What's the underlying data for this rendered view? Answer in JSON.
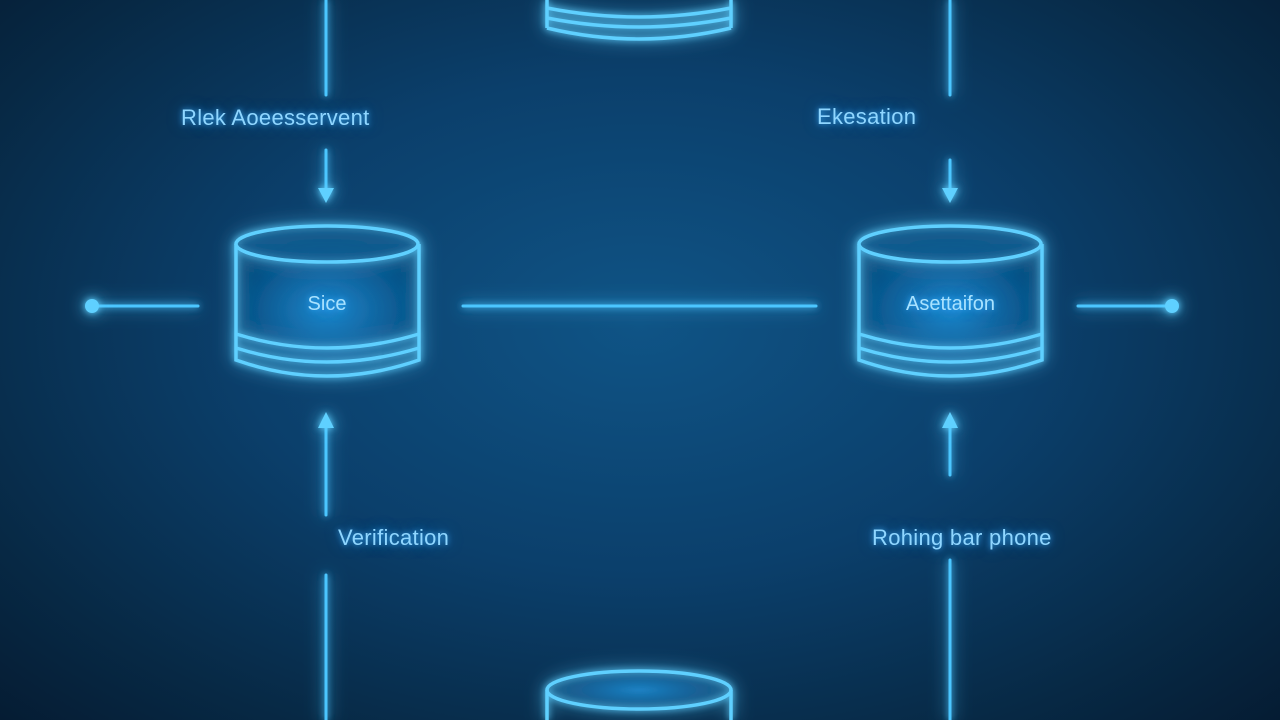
{
  "colors": {
    "glow": "#39b8ff",
    "line": "#4cc6ff",
    "text": "#8fd6ff",
    "background": "#0b3f6b"
  },
  "edge_labels": {
    "top_left": "Rlek  Aoeesservent",
    "top_right": "Ekesation",
    "bottom_left": "Verification",
    "bottom_right": "Rohing bar phone"
  },
  "nodes": {
    "left": {
      "label": "Sice"
    },
    "right": {
      "label": "Asettaifon"
    }
  }
}
